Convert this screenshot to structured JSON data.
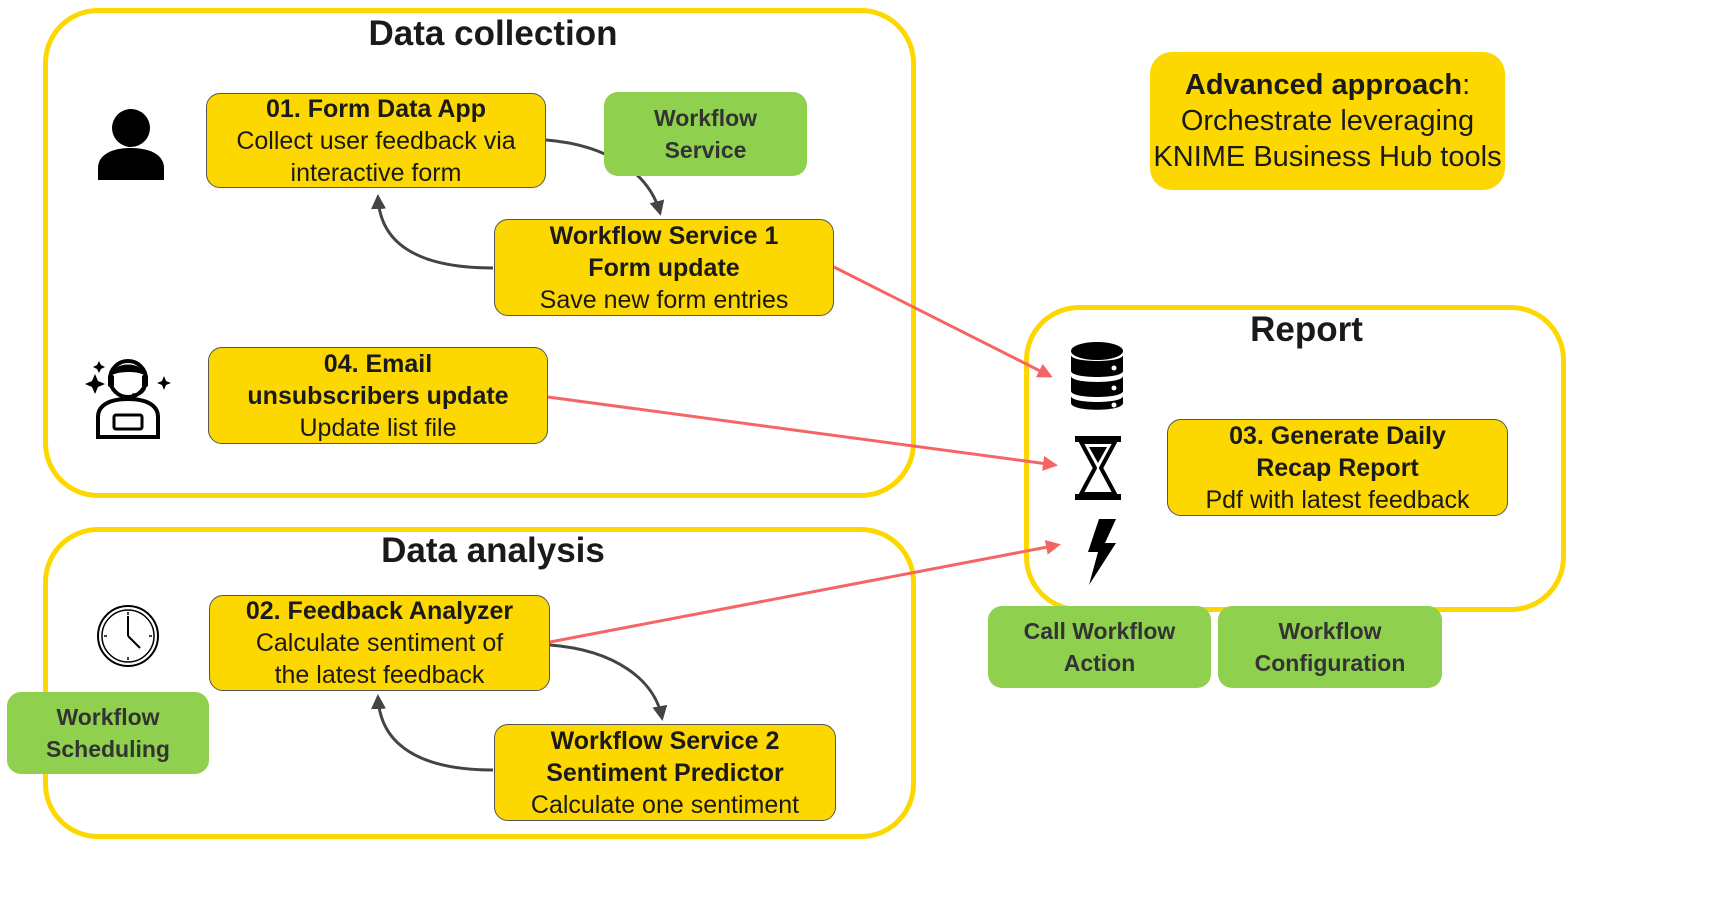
{
  "groups": {
    "collection": "Data collection",
    "analysis": "Data analysis",
    "report": "Report"
  },
  "nodes": {
    "form_app": {
      "title": "01. Form Data App",
      "desc": "Collect user feedback via interactive form"
    },
    "ws1": {
      "title1": "Workflow Service 1",
      "title2": "Form update",
      "desc": "Save new form entries"
    },
    "email": {
      "title1": "04. Email",
      "title2": "unsubscribers update",
      "desc": "Update list file"
    },
    "analyzer": {
      "title": "02. Feedback Analyzer",
      "desc": "Calculate sentiment of the latest feedback"
    },
    "ws2": {
      "title1": "Workflow Service 2",
      "title2": "Sentiment Predictor",
      "desc": "Calculate one sentiment"
    },
    "recap": {
      "title1": "03. Generate Daily",
      "title2": "Recap Report",
      "desc": "Pdf with latest feedback"
    }
  },
  "tools": {
    "workflow_service": [
      "Workflow",
      "Service"
    ],
    "workflow_scheduling": [
      "Workflow",
      "Scheduling"
    ],
    "call_workflow_action": [
      "Call Workflow",
      "Action"
    ],
    "workflow_configuration": [
      "Workflow",
      "Configuration"
    ]
  },
  "advanced": {
    "bold": "Advanced approach",
    "colon": ":",
    "line2": "Orchestrate leveraging",
    "line3": "KNIME Business Hub tools"
  },
  "icons": [
    "user-icon",
    "support-agent-icon",
    "clock-icon",
    "database-icon",
    "hourglass-icon",
    "lightning-icon"
  ],
  "colors": {
    "yellow": "#fdd800",
    "green": "#8fd14f",
    "arrow_red": "#f56565",
    "arrow_dark": "#444444"
  }
}
